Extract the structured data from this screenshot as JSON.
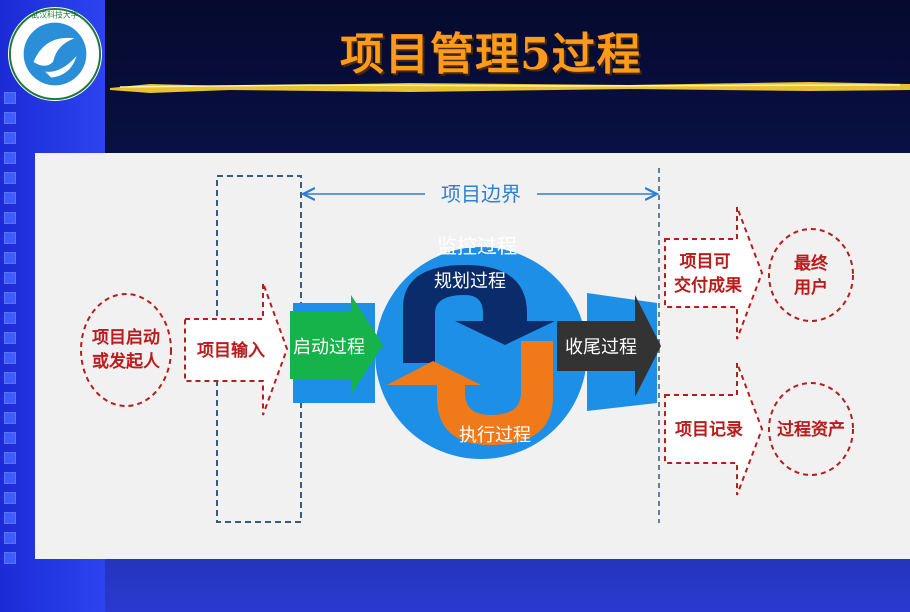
{
  "title": "项目管理5过程",
  "logo": {
    "name": "university-logo",
    "text": "武汉科技大学"
  },
  "diagram": {
    "boundary_label": "项目边界",
    "initiator": "项目启动或发起人",
    "input": "项目输入",
    "monitor": "监控过程",
    "planning": "规划过程",
    "initiating": "启动过程",
    "executing": "执行过程",
    "closing": "收尾过程",
    "deliverables": "项目可交付成果",
    "end_user": "最终用户",
    "records": "项目记录",
    "assets": "过程资产",
    "colors": {
      "circle": "#1e8fe6",
      "initiating": "#16b34a",
      "planning": "#0b2c6b",
      "executing": "#f07a1a",
      "closing": "#333333",
      "dashed_red": "#b81c1c",
      "dashed_blue": "#3a5a80",
      "boundary": "#2d7fd6"
    }
  }
}
